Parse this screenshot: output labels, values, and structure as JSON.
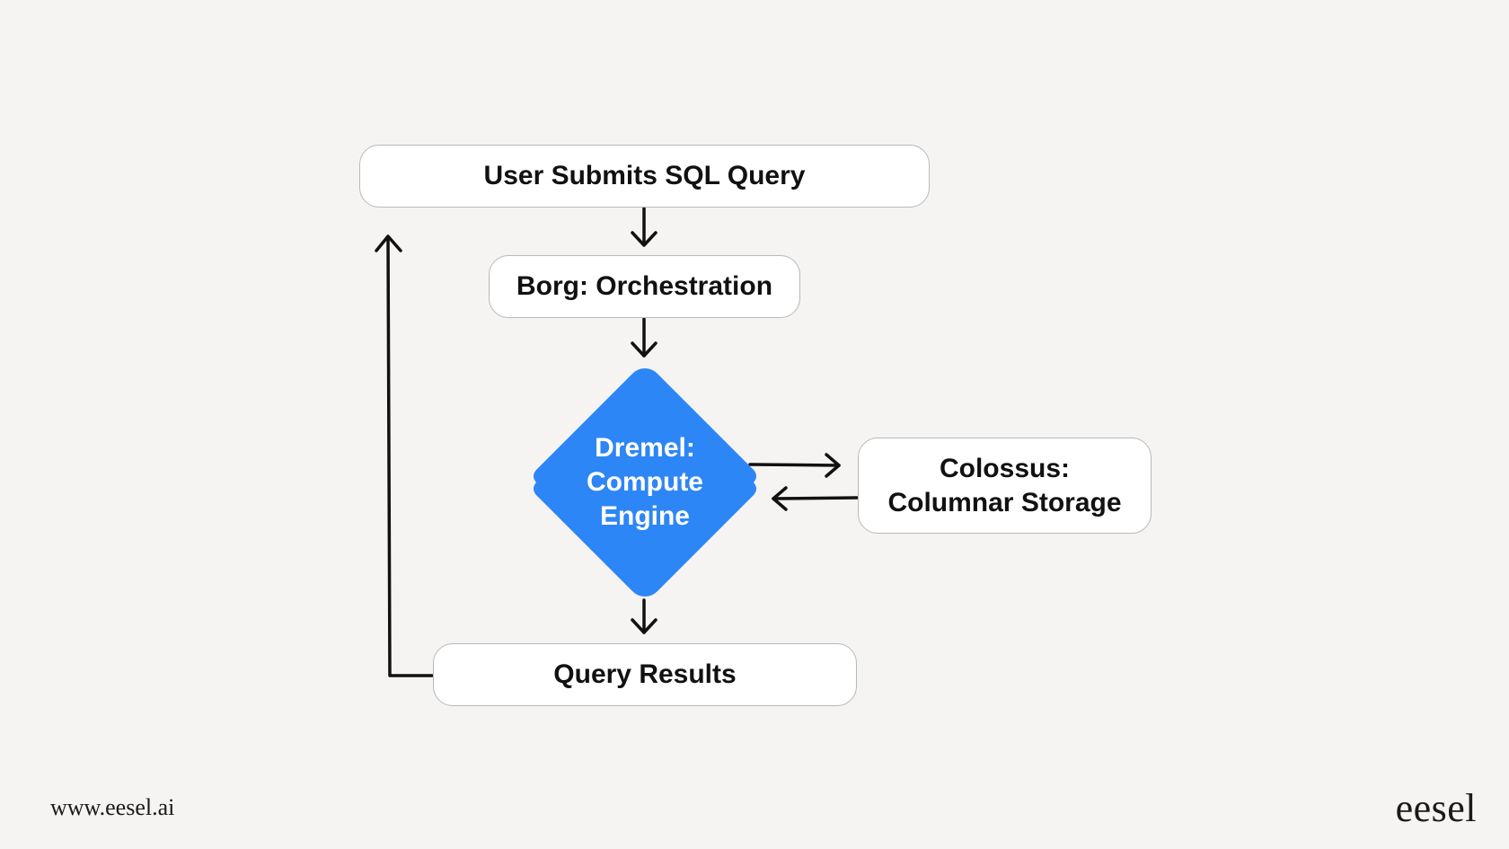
{
  "diagram": {
    "nodes": {
      "user_query": "User Submits SQL Query",
      "borg": "Borg: Orchestration",
      "dremel": [
        "Dremel:",
        "Compute",
        "Engine"
      ],
      "colossus": [
        "Colossus:",
        "Columnar Storage"
      ],
      "results": "Query Results"
    },
    "colors": {
      "background": "#f5f4f2",
      "box_fill": "#ffffff",
      "box_border": "#b9b9b9",
      "diamond_fill": "#2d86f6",
      "arrow": "#111111",
      "text": "#111111"
    }
  },
  "footer": {
    "url": "www.eesel.ai",
    "brand": "eesel"
  }
}
